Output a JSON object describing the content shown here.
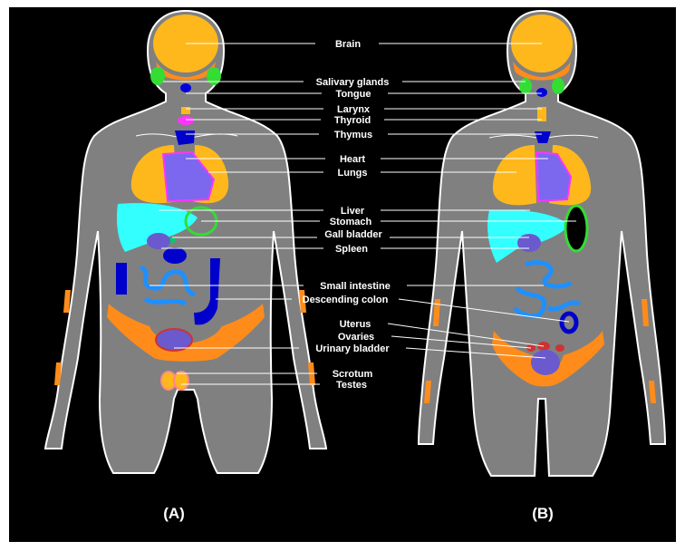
{
  "colors": {
    "background": "#000000",
    "frame": "#ffffff",
    "body_tissue": "#808080",
    "skin_outline": "#ffffff",
    "bone": "#ff8c1a",
    "brain": "#ffb81c",
    "lungs": "#ffb81c",
    "salivary_glands": "#33dd33",
    "tongue": "#0000dd",
    "thyroid": "#ff33ff",
    "thymus": "#0000cc",
    "heart": "#7b68ee",
    "liver": "#33ffff",
    "stomach": "#33dd33",
    "gall_bladder": "#00cc66",
    "spleen": "#6a5acd",
    "small_intestine": "#1e90ff",
    "descending_colon": "#0000cc",
    "urinary_bladder": "#6a5acd",
    "uterus": "#cc3333",
    "ovaries": "#cc3333",
    "scrotum": "#ffb81c",
    "testes": "#ff8888",
    "label_text": "#ffffff",
    "leader_line": "#ffffff"
  },
  "organ_labels": [
    "Brain",
    "Salivary glands",
    "Tongue",
    "Larynx",
    "Thyroid",
    "Thymus",
    "Heart",
    "Lungs",
    "Liver",
    "Stomach",
    "Gall bladder",
    "Spleen",
    "Small intestine",
    "Descending colon",
    "Uterus",
    "Ovaries",
    "Urinary bladder",
    "Scrotum",
    "Testes"
  ],
  "panels": {
    "male": {
      "label": "(A)"
    },
    "female": {
      "label": "(B)"
    }
  }
}
